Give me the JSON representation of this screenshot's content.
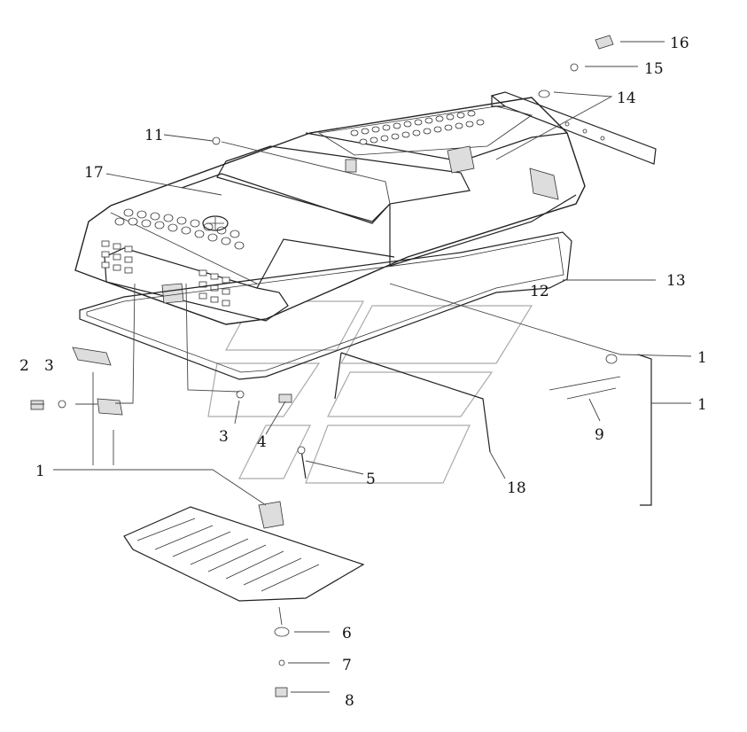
{
  "diagram": {
    "type": "exploded-parts-diagram",
    "callouts": [
      {
        "id": "c16",
        "text": "16"
      },
      {
        "id": "c15",
        "text": "15"
      },
      {
        "id": "c14",
        "text": "14"
      },
      {
        "id": "c11",
        "text": "11"
      },
      {
        "id": "c17",
        "text": "17"
      },
      {
        "id": "c13",
        "text": "13"
      },
      {
        "id": "c12",
        "text": "12"
      },
      {
        "id": "c1a",
        "text": "1"
      },
      {
        "id": "c1b",
        "text": "1"
      },
      {
        "id": "c9",
        "text": "9"
      },
      {
        "id": "c2",
        "text": "2"
      },
      {
        "id": "c3a",
        "text": "3"
      },
      {
        "id": "c3b",
        "text": "3"
      },
      {
        "id": "c4",
        "text": "4"
      },
      {
        "id": "c5",
        "text": "5"
      },
      {
        "id": "c18",
        "text": "18"
      },
      {
        "id": "c1c",
        "text": "1"
      },
      {
        "id": "c6",
        "text": "6"
      },
      {
        "id": "c7",
        "text": "7"
      },
      {
        "id": "c8",
        "text": "8"
      }
    ]
  },
  "colors": {
    "line": "#222222",
    "background": "#ffffff",
    "watermark": "#aaaaaa"
  }
}
